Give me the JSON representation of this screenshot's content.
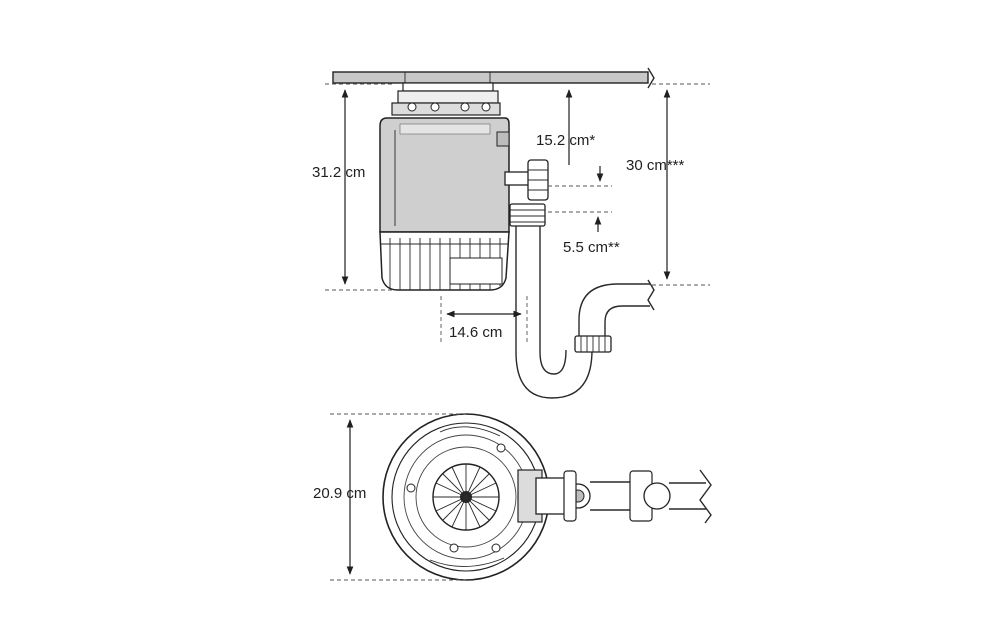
{
  "diagram": {
    "side_view": {
      "height_label": "31.2 cm",
      "inlet_offset_label": "15.2 cm*",
      "outlet_offset_label": "5.5 cm**",
      "drain_height_label": "30 cm***",
      "horizontal_offset_label": "14.6 cm"
    },
    "top_view": {
      "depth_label": "20.9 cm"
    }
  }
}
